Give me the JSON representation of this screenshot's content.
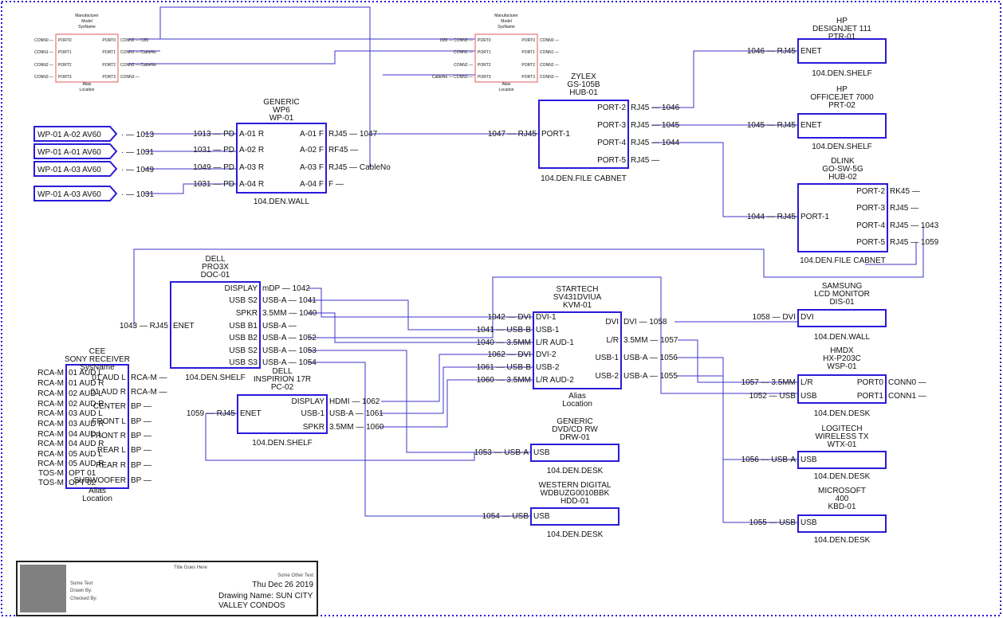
{
  "nodes": [
    {
      "id": "tmpl1",
      "title": [
        "Manufacturer",
        "Model",
        "SysName"
      ],
      "footer": [
        "Alias",
        "Location"
      ],
      "small": true,
      "left": [
        {
          "conn": "CONN0",
          "port": "PORT0"
        },
        {
          "conn": "CONN1",
          "port": "PORT1"
        },
        {
          "conn": "CONN2",
          "port": "PORT2"
        },
        {
          "conn": "CONN3",
          "port": "PORT3"
        }
      ],
      "right": [
        {
          "port": "PORT0",
          "conn": "CONN0",
          "label": "I189"
        },
        {
          "port": "PORT1",
          "conn": "CONN1",
          "label": "CableNo"
        },
        {
          "port": "PORT2",
          "conn": "CONN2",
          "label": "CableNo"
        },
        {
          "port": "PORT3",
          "conn": "CONN3",
          "label": ""
        }
      ]
    },
    {
      "id": "tmpl2",
      "title": [
        "Manufacturer",
        "Model",
        "SysName"
      ],
      "footer": [
        "Alias",
        "Location"
      ],
      "small": true,
      "left": [
        {
          "label": "I189",
          "conn": "CONN0",
          "port": "PORT0"
        },
        {
          "label": "",
          "conn": "CONN1",
          "port": "PORT1"
        },
        {
          "label": "",
          "conn": "CONN2",
          "port": "PORT2"
        },
        {
          "label": "CableNo",
          "conn": "CONN3",
          "port": "PORT3"
        }
      ],
      "right": [
        {
          "port": "PORT0",
          "conn": "CONN0"
        },
        {
          "port": "PORT1",
          "conn": "CONN1"
        },
        {
          "port": "PORT2",
          "conn": "CONN2"
        },
        {
          "port": "PORT3",
          "conn": "CONN3"
        }
      ]
    },
    {
      "id": "wp01",
      "title": [
        "GENERIC",
        "WP6",
        "WP-01"
      ],
      "footer": [
        "104.DEN.WALL"
      ],
      "left": [
        {
          "cable": "1013",
          "conn": "PD",
          "port": "A-01 R"
        },
        {
          "cable": "1031",
          "conn": "PD",
          "port": "A-02 R"
        },
        {
          "cable": "1049",
          "conn": "PD",
          "port": "A-03 R"
        },
        {
          "cable": "1031",
          "conn": "PD",
          "port": "A-04 R"
        }
      ],
      "right": [
        {
          "port": "A-01 F",
          "conn": "RJ45",
          "cable": "1047"
        },
        {
          "port": "A-02 F",
          "conn": "RF45",
          "cable": ""
        },
        {
          "port": "A-03 F",
          "conn": "RJ45",
          "cable": "CableNo"
        },
        {
          "port": "A-04 F",
          "conn": "F",
          "cable": ""
        }
      ]
    },
    {
      "id": "hub01",
      "title": [
        "ZYLEX",
        "GS-105B",
        "HUB-01"
      ],
      "footer": [
        "104.DEN.FILE CABNET"
      ],
      "left": [
        {
          "cable": "1047",
          "conn": "RJ45",
          "port": "PORT-1"
        }
      ],
      "right": [
        {
          "port": "PORT-2",
          "conn": "RJ45",
          "cable": "1046"
        },
        {
          "port": "PORT-3",
          "conn": "RJ45",
          "cable": "1045"
        },
        {
          "port": "PORT-4",
          "conn": "RJ45",
          "cable": "1044"
        },
        {
          "port": "PORT-5",
          "conn": "RJ45",
          "cable": ""
        }
      ]
    },
    {
      "id": "ptr01",
      "title": [
        "HP",
        "DESIGNJET 111",
        "PTR-01"
      ],
      "footer": [
        "104.DEN.SHELF"
      ],
      "left": [
        {
          "cable": "1046",
          "conn": "RJ45",
          "port": "ENET"
        }
      ],
      "right": []
    },
    {
      "id": "prt02",
      "title": [
        "HP",
        "OFFICEJET 7000",
        "PRT-02"
      ],
      "footer": [
        "104.DEN.SHELF"
      ],
      "left": [
        {
          "cable": "1045",
          "conn": "RJ45",
          "port": "ENET"
        }
      ],
      "right": []
    },
    {
      "id": "hub02",
      "title": [
        "DLINK",
        "GO-SW-5G",
        "HUB-02"
      ],
      "footer": [
        "104.DEN.FILE CABNET"
      ],
      "left": [
        {
          "cable": "1044",
          "conn": "RJ45",
          "port": "PORT-1"
        }
      ],
      "right": [
        {
          "port": "PORT-2",
          "conn": "RK45",
          "cable": ""
        },
        {
          "port": "PORT-3",
          "conn": "RJ45",
          "cable": ""
        },
        {
          "port": "PORT-4",
          "conn": "RJ45",
          "cable": "1043"
        },
        {
          "port": "PORT-5",
          "conn": "RJ45",
          "cable": "1059"
        }
      ]
    },
    {
      "id": "doc01",
      "title": [
        "DELL",
        "PRO3X",
        "DOC-01"
      ],
      "footer": [
        "104.DEN.SHELF"
      ],
      "left": [
        {
          "cable": "1043",
          "conn": "RJ45",
          "port": "ENET"
        }
      ],
      "right": [
        {
          "port": "DISPLAY",
          "conn": "mDP",
          "cable": "1042"
        },
        {
          "port": "USB S2",
          "conn": "USB-A",
          "cable": "1041"
        },
        {
          "port": "SPKR",
          "conn": "3.5MM",
          "cable": "1040"
        },
        {
          "port": "USB B1",
          "conn": "USB-A",
          "cable": ""
        },
        {
          "port": "USB B2",
          "conn": "USB-A",
          "cable": "1052"
        },
        {
          "port": "USB S2",
          "conn": "USB-A",
          "cable": "1053"
        },
        {
          "port": "USB S3",
          "conn": "USB-A",
          "cable": "1054"
        }
      ]
    },
    {
      "id": "kvm01",
      "title": [
        "STARTECH",
        "SV431DVIUA",
        "KVM-01"
      ],
      "footer": [
        "Alias",
        "Location"
      ],
      "left": [
        {
          "cable": "1042",
          "conn": "DVI",
          "port": "DVI-1"
        },
        {
          "cable": "1041",
          "conn": "USB-B",
          "port": "USB-1"
        },
        {
          "cable": "1040",
          "conn": "3.5MM",
          "port": "L/R AUD-1"
        },
        {
          "cable": "1062",
          "conn": "DVI",
          "port": "DVI-2"
        },
        {
          "cable": "1061",
          "conn": "USB-B",
          "port": "USB-2"
        },
        {
          "cable": "1060",
          "conn": "3.5MM",
          "port": "L/R AUD-2"
        }
      ],
      "right": [
        {
          "port": "DVI",
          "conn": "DVI",
          "cable": "1058"
        },
        {
          "port": "L/R",
          "conn": "3.5MM",
          "cable": "1057"
        },
        {
          "port": "USB-1",
          "conn": "USB-A",
          "cable": "1056"
        },
        {
          "port": "USB-2",
          "conn": "USB-A",
          "cable": "1055"
        }
      ]
    },
    {
      "id": "dis01",
      "title": [
        "SAMSUNG",
        "LCD MONITOR",
        "DIS-01"
      ],
      "footer": [
        "104.DEN.WALL"
      ],
      "left": [
        {
          "cable": "1058",
          "conn": "DVI",
          "port": "DVI"
        }
      ],
      "right": []
    },
    {
      "id": "wsp01",
      "title": [
        "HMDX",
        "HX-P203C",
        "WSP-01"
      ],
      "footer": [
        "104.DEN.DESK"
      ],
      "left": [
        {
          "cable": "1057",
          "conn": "3.5MM",
          "port": "L/R"
        },
        {
          "cable": "1052",
          "conn": "USB",
          "port": "USB"
        }
      ],
      "right": [
        {
          "port": "PORT0",
          "conn": "CONN0"
        },
        {
          "port": "PORT1",
          "conn": "CONN1"
        }
      ]
    },
    {
      "id": "pc02",
      "title": [
        "DELL",
        "INSPIRION 17R",
        "PC-02"
      ],
      "footer": [
        "104.DEN.SHELF"
      ],
      "left": [
        {
          "cable": "1059",
          "conn": "RJ45",
          "port": "ENET"
        }
      ],
      "right": [
        {
          "port": "DISPLAY",
          "conn": "HDMI",
          "cable": "1062"
        },
        {
          "port": "USB-1",
          "conn": "USB-A",
          "cable": "1061"
        },
        {
          "port": "SPKR",
          "conn": "3.5MM",
          "cable": "1060"
        }
      ]
    },
    {
      "id": "rcv",
      "title": [
        "CEE",
        "SONY RECEIVER",
        "SysName"
      ],
      "footer": [
        "Alias",
        "Location"
      ],
      "left": [
        {
          "conn": "RCA-M",
          "port": "01 AUD L"
        },
        {
          "conn": "RCA-M",
          "port": "01 AUD R"
        },
        {
          "conn": "RCA-M",
          "port": "02 AUD L"
        },
        {
          "conn": "RCA-M",
          "port": "02 AUD R"
        },
        {
          "conn": "RCA-M",
          "port": "03 AUD L"
        },
        {
          "conn": "RCA-M",
          "port": "03 AUD R"
        },
        {
          "conn": "RCA-M",
          "port": "04 AUD L"
        },
        {
          "conn": "RCA-M",
          "port": "04 AUD R"
        },
        {
          "conn": "RCA-M",
          "port": "05 AUD L"
        },
        {
          "conn": "RCA-M",
          "port": "05 AUD R"
        },
        {
          "conn": "TOS-M",
          "port": "OPT 01"
        },
        {
          "conn": "TOS-M",
          "port": "OPT 02"
        }
      ],
      "right": [
        {
          "port": "01 AUD L",
          "conn": "RCA-M"
        },
        {
          "port": "01 AUD R",
          "conn": "RCA-M"
        },
        {
          "port": "CENTER",
          "conn": "BP"
        },
        {
          "port": "FRONT L",
          "conn": "BP"
        },
        {
          "port": "FRONT R",
          "conn": "BP"
        },
        {
          "port": "REAR L",
          "conn": "BP"
        },
        {
          "port": "REAR R",
          "conn": "BP"
        },
        {
          "port": "SUBWOOFER",
          "conn": "BP"
        }
      ]
    },
    {
      "id": "drw01",
      "title": [
        "GENERIC",
        "DVD/CD RW",
        "DRW-01"
      ],
      "footer": [
        "104.DEN.DESK"
      ],
      "left": [
        {
          "cable": "1053",
          "conn": "USB-A",
          "port": "USB"
        }
      ],
      "right": []
    },
    {
      "id": "hdd01",
      "title": [
        "WESTERN DIGITAL",
        "WDBUZG0010BBK",
        "HDD-01"
      ],
      "footer": [
        "104.DEN.DESK"
      ],
      "left": [
        {
          "cable": "1054",
          "conn": "USB",
          "port": "USB"
        }
      ],
      "right": []
    },
    {
      "id": "wtx01",
      "title": [
        "LOGITECH",
        "WIRELESS TX",
        "WTX-01"
      ],
      "footer": [
        "104.DEN.DESK"
      ],
      "left": [
        {
          "cable": "1056",
          "conn": "USB-A",
          "port": "USB"
        }
      ],
      "right": []
    },
    {
      "id": "kbd01",
      "title": [
        "MICROSOFT",
        "400",
        "KBD-01"
      ],
      "footer": [
        "104.DEN.DESK"
      ],
      "left": [
        {
          "cable": "1055",
          "conn": "USB",
          "port": "USB"
        }
      ],
      "right": []
    }
  ],
  "wallplates": [
    {
      "label": "WP-01 A-02 AV60",
      "suffix": "·",
      "cable": "1013"
    },
    {
      "label": "WP-01 A-01 AV60",
      "suffix": "·",
      "cable": "1031"
    },
    {
      "label": "WP-01 A-03 AV60",
      "suffix": "·",
      "cable": "1049"
    },
    {
      "label": "WP-01 A-03 AV60",
      "suffix": "·",
      "cable": "1031"
    }
  ],
  "title_block": {
    "title": "Title Goes Here",
    "some_text": "Some Text",
    "drawn_by": "Drawn By:",
    "checked_by": "Checked By:",
    "other_text": "Some Other Text",
    "date": "Thu Dec 26 2019",
    "drawing_name": "Drawing Name: SUN CITY",
    "drawing_name2": "VALLEY CONDOS"
  },
  "colors": {
    "box": "#2a1ad8",
    "wire": "#3d33c8",
    "template_box": "#e05a5a",
    "text": "#111111",
    "border": "#2a1ad8"
  }
}
